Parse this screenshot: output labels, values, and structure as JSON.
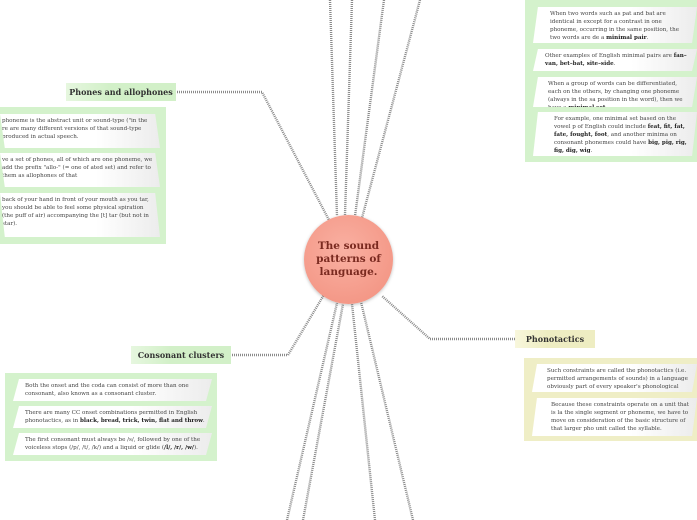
{
  "center": {
    "title": "The sound patterns of language."
  },
  "topics": {
    "phones": "Phones and allophones",
    "consonant": "Consonant clusters",
    "phonotactics": "Phonotactics"
  },
  "phones_notes": [
    {
      "text": "phoneme is the abstract unit or sound-type (\"in the re are many different versions of that sound-type produced in actual speech."
    },
    {
      "text": "ve a set of phones, all of which are one phoneme, we add the prefix \"allo-\" (= one of ated set) and refer to them as allophones of that"
    },
    {
      "text": "back of your hand in front of your mouth as you tar, you should be able to feel some physical spiration (the puff of air) accompanying the [t] tar (but not in star)."
    }
  ],
  "consonant_notes": [
    {
      "text": "Both the onset and the coda can consist of more than one consonant, also known as a consonant cluster."
    },
    {
      "pre": "There are many CC onset combinations permitted in English phonotactics, as in ",
      "bold": "black, bread, trick, twin, flat and throw",
      "post": "."
    },
    {
      "pre": "The first consonant must always be /s/, followed by one of the voiceless stops (/p/, /t/, /k/) and a liquid or glide (",
      "bold": "/l/, /r/, /w/",
      "post": ")."
    }
  ],
  "top_right_notes": [
    {
      "pre": "When two words such as pat and bat are identical in except for a contrast in one phoneme, occurring in the same position, the two words are de a ",
      "bold": "minimal pair",
      "post": "."
    },
    {
      "pre": "Other examples of English minimal pairs are ",
      "bold": "fan–van, bet–bat, site–side",
      "post": "."
    },
    {
      "pre": "When a group of words can be differentiated, each on the others, by changing one phoneme (always in the sa position in the word), then we have a ",
      "bold": "minimal set",
      "post": "."
    },
    {
      "pre": "For example, one minimal set based on the vowel p of English could include ",
      "bold": "feat, fit, fat, fate, fought, foot",
      "post": ", and another minima on consonant phonemes could have ",
      "bold2": "big, pig, rig, fig, dig, wig",
      "post2": "."
    }
  ],
  "phonotactics_notes": [
    {
      "text": "Such constraints are called the phonotactics (i.e. permitted arrangements of sounds) in a language obviously part of every speaker's phonological know"
    },
    {
      "text": "Because these constraints operate on a unit that is la the single segment or phoneme, we have to move on consideration of the basic structure of that larger pho unit called the syllable."
    }
  ]
}
